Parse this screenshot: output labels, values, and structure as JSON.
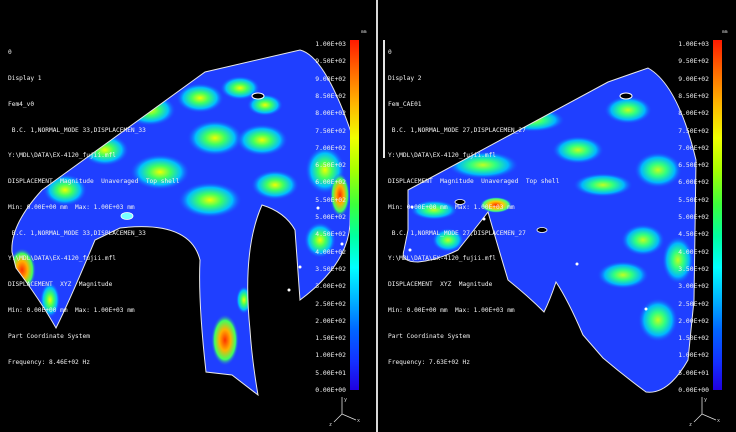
{
  "views": [
    {
      "index_label": "0",
      "info_lines": [
        "Display 1",
        "Fem4_v0",
        " B.C. 1,NORMAL_MODE 33,DISPLACEMEN_33",
        "Y:\\MDL\\DATA\\EX-4120_fujii.mfl",
        "DISPLACEMENT  Magnitude  Unaveraged  Top shell",
        "Min: 0.00E+00 mm  Max: 1.00E+03 mm",
        " B.C. 1,NORMAL_MODE 33,DISPLACEMEN_33",
        "Y:\\MDL\\DATA\\EX-4120_fujii.mfl",
        "DISPLACEMENT  XYZ  Magnitude",
        "Min: 0.00E+00 mm  Max: 1.00E+03 mm",
        "Part Coordinate System",
        "Frequency: 8.46E+02 Hz"
      ]
    },
    {
      "index_label": "0",
      "info_lines": [
        "Display 2",
        "Fem_CAE01",
        " B.C. 1,NORMAL_MODE 27,DISPLACEMEN_27",
        "Y:\\MDL\\DATA\\EX-4120_fujii.mfl",
        "DISPLACEMENT  Magnitude  Unaveraged  Top shell",
        "Min: 0.00E+00 mm  Max: 1.00E+03 mm",
        " B.C. 1,NORMAL_MODE 27,DISPLACEMEN_27",
        "Y:\\MDL\\DATA\\EX-4120_fujii.mfl",
        "DISPLACEMENT  XYZ  Magnitude",
        "Min: 0.00E+00 mm  Max: 1.00E+03 mm",
        "Part Coordinate System",
        "Frequency: 7.63E+02 Hz"
      ]
    }
  ],
  "legend": {
    "unit": "mm",
    "labels": [
      "1.00E+03",
      "9.50E+02",
      "9.00E+02",
      "8.50E+02",
      "8.00E+02",
      "7.50E+02",
      "7.00E+02",
      "6.50E+02",
      "6.00E+02",
      "5.50E+02",
      "5.00E+02",
      "4.50E+02",
      "4.00E+02",
      "3.50E+02",
      "3.00E+02",
      "2.50E+02",
      "2.00E+02",
      "1.50E+02",
      "1.00E+02",
      "5.00E+01",
      "0.00E+00"
    ]
  },
  "triad_labels": {
    "y": "y",
    "x": "x",
    "z": "z"
  },
  "colors": {
    "background": "#000000",
    "text": "#f2f2f2",
    "mesh_base": "#1f3fff",
    "hot": "#ff2000"
  }
}
